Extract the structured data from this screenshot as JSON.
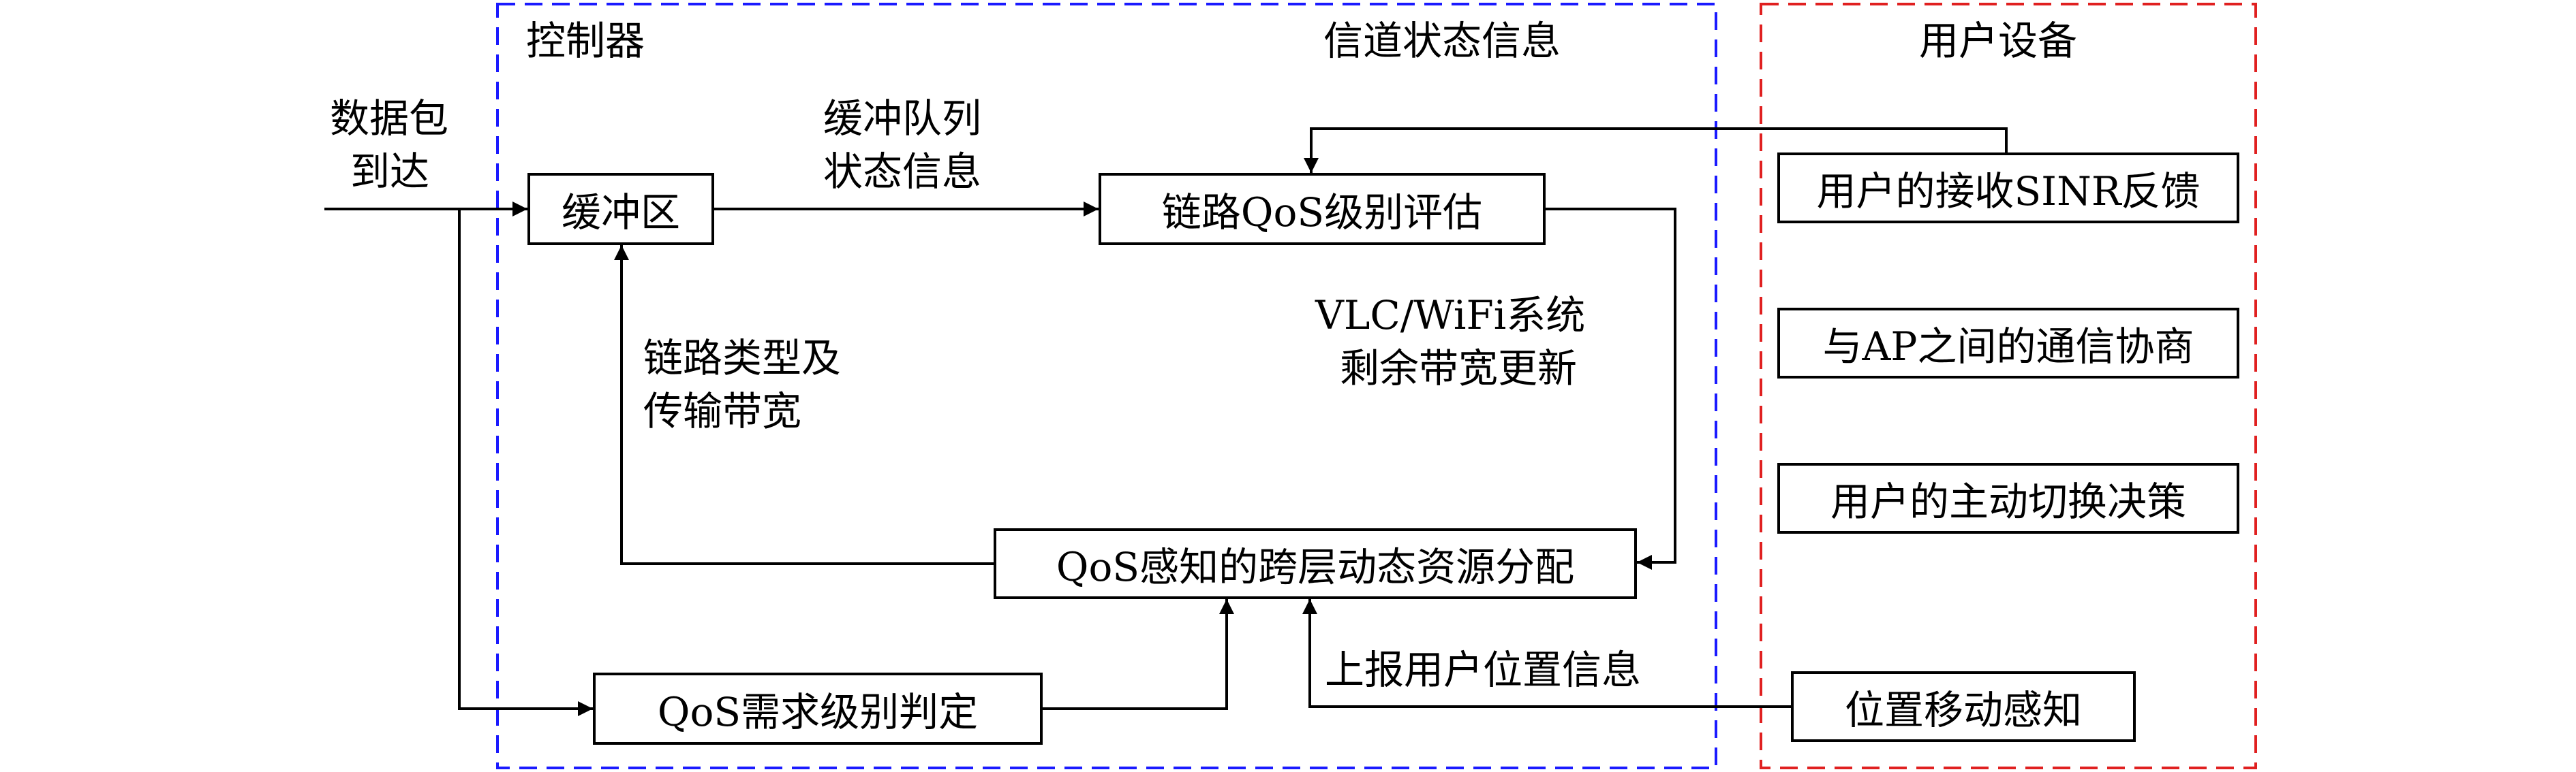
{
  "colors": {
    "controller_border": "#1a1aff",
    "user_device_border": "#e02020",
    "line": "#000000"
  },
  "regions": {
    "controller": "控制器",
    "channel_state": "信道状态信息",
    "user_device": "用户设备"
  },
  "nodes": {
    "buffer": "缓冲区",
    "link_eval": "链路QoS级别评估",
    "allocation": "QoS感知的跨层动态资源分配",
    "qos_demand": "QoS需求级别判定",
    "sinr_feedback": "用户的接收SINR反馈",
    "ap_negotiation": "与AP之间的通信协商",
    "handover": "用户的主动切换决策",
    "position_sensing": "位置移动感知"
  },
  "edge_labels": {
    "arrival": [
      "数据包",
      "到达"
    ],
    "buffer_state": [
      "缓冲队列",
      "状态信息"
    ],
    "link_type": [
      "链路类型及",
      "传输带宽"
    ],
    "bandwidth_update": [
      "VLC/WiFi系统",
      "剩余带宽更新"
    ],
    "position_report": "上报用户位置信息"
  }
}
